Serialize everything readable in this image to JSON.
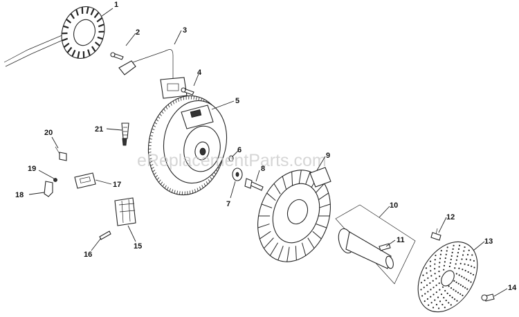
{
  "watermark": "eReplacementParts.com",
  "callouts": [
    {
      "id": "c1",
      "label": "1"
    },
    {
      "id": "c2",
      "label": "2"
    },
    {
      "id": "c3",
      "label": "3"
    },
    {
      "id": "c4",
      "label": "4"
    },
    {
      "id": "c5",
      "label": "5"
    },
    {
      "id": "c6",
      "label": "6"
    },
    {
      "id": "c7",
      "label": "7"
    },
    {
      "id": "c8",
      "label": "8"
    },
    {
      "id": "c9",
      "label": "9"
    },
    {
      "id": "c10",
      "label": "10"
    },
    {
      "id": "c11",
      "label": "11"
    },
    {
      "id": "c12",
      "label": "12"
    },
    {
      "id": "c13",
      "label": "13"
    },
    {
      "id": "c14",
      "label": "14"
    },
    {
      "id": "c15",
      "label": "15"
    },
    {
      "id": "c16",
      "label": "16"
    },
    {
      "id": "c17",
      "label": "17"
    },
    {
      "id": "c18",
      "label": "18"
    },
    {
      "id": "c19",
      "label": "19"
    },
    {
      "id": "c20",
      "label": "20"
    },
    {
      "id": "c21",
      "label": "21"
    }
  ]
}
